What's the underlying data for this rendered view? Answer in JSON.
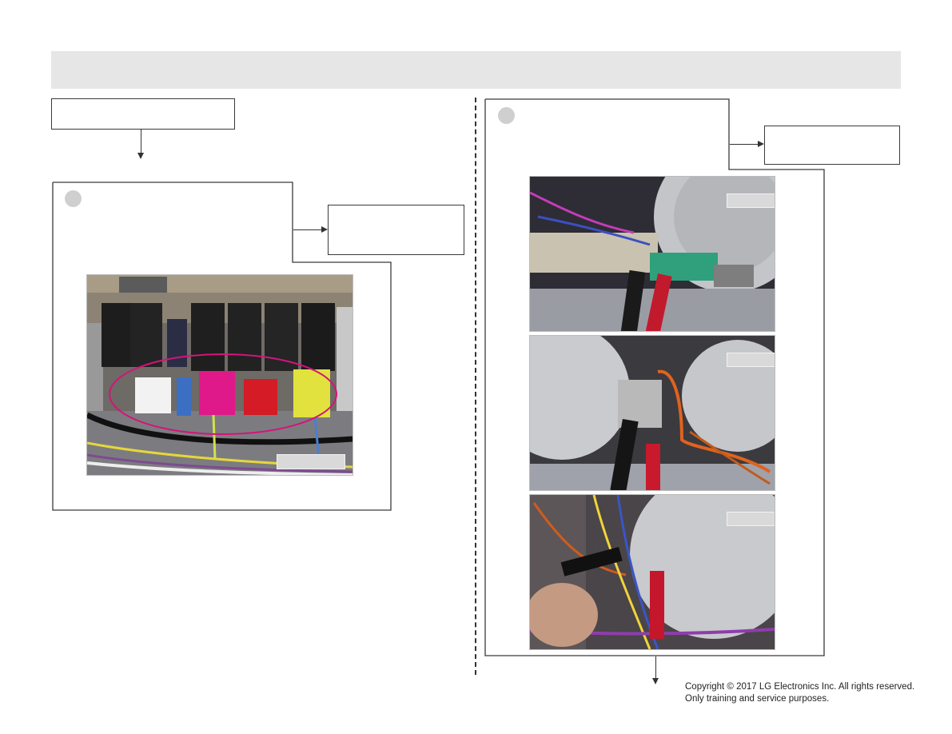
{
  "footer": {
    "copyright_line1": "Copyright © 2017 LG Electronics Inc. All rights reserved.",
    "copyright_line2": "Only training and service purposes."
  },
  "colors": {
    "header_bar": "#e6e6e6",
    "highlight_ellipse": "#d4147a"
  },
  "left_section": {
    "photo": {
      "subject": "relay board connectors"
    }
  },
  "right_section": {
    "photos": [
      {
        "subject": "multimeter probes on sensor terminal"
      },
      {
        "subject": "multimeter probes on thermostat terminals"
      },
      {
        "subject": "multimeter probes on heater terminals"
      }
    ]
  }
}
